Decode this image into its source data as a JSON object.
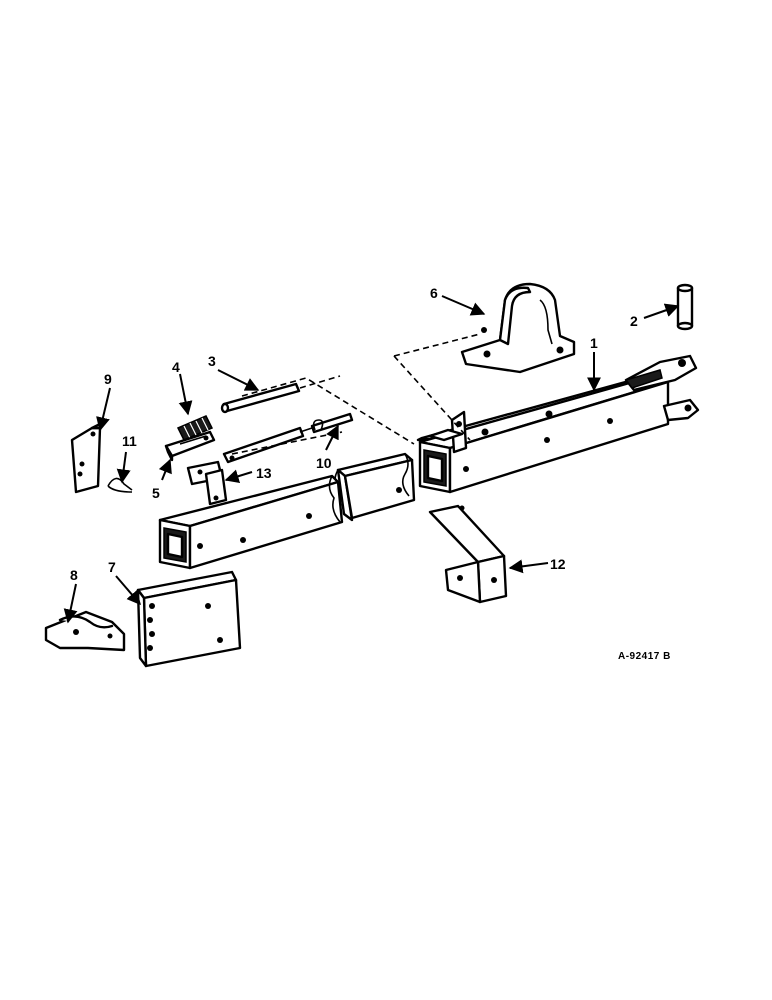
{
  "diagram": {
    "callouts": [
      "1",
      "2",
      "3",
      "4",
      "5",
      "6",
      "7",
      "8",
      "9",
      "10",
      "11",
      "12",
      "13"
    ],
    "reference_code": "A-92417 B"
  }
}
